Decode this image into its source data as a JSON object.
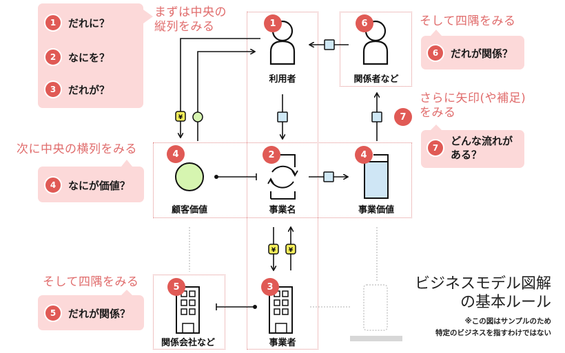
{
  "intro_bubble": {
    "items": [
      {
        "num": "1",
        "text": "だれに？"
      },
      {
        "num": "2",
        "text": "なにを？"
      },
      {
        "num": "3",
        "text": "だれが？"
      }
    ]
  },
  "callouts": {
    "center_column": "まずは中央の\n縦列をみる",
    "center_column_line1": "まずは中央の",
    "center_column_line2": "縦列をみる",
    "center_row": "次に中央の横列をみる",
    "center_row_question": {
      "num": "4",
      "text": "なにが価値？"
    },
    "corners_top": "そして四隅をみる",
    "corners_top_question": {
      "num": "6",
      "text": "だれが関係？"
    },
    "arrows_line1": "さらに矢印(や補足)",
    "arrows_line2": "をみる",
    "arrows_question": {
      "num": "7",
      "line1": "どんな流れが",
      "line2": "ある？"
    },
    "corners_bottom": "そして四隅をみる",
    "corners_bottom_question": {
      "num": "5",
      "text": "だれが関係？"
    }
  },
  "nodes": {
    "user": {
      "num": "1",
      "label": "利用者",
      "icon": "person-icon"
    },
    "stakeholder": {
      "num": "6",
      "label": "関係者など",
      "icon": "person-icon"
    },
    "business_name": {
      "num": "2",
      "label": "事業名",
      "icon": "cycle-icon"
    },
    "customer_value": {
      "num": "4",
      "label": "顧客価値",
      "icon": "circle-icon"
    },
    "business_value": {
      "num": "4",
      "label": "事業価値",
      "icon": "beaker-icon"
    },
    "related_company": {
      "num": "5",
      "label": "関係会社など",
      "icon": "building-icon"
    },
    "operator": {
      "num": "3",
      "label": "事業者",
      "icon": "building-icon"
    }
  },
  "arrow_flow_badge": "7",
  "money_symbol": "¥",
  "footer": {
    "title_line1": "ビジネスモデル図解",
    "title_line2": "の基本ルール",
    "note_line1": "※この図はサンプルのため",
    "note_line2": "特定のビジネスを指すわけではない"
  },
  "colors": {
    "accent_red": "#e05a55",
    "callout_text": "#e06c6c",
    "bubble_bg": "#fcd9d9",
    "goods_box": "#cfe8f5",
    "money_box": "#f5ee5a",
    "value_circle": "#d6f5b0",
    "value_beaker": "#cfe6f5"
  }
}
